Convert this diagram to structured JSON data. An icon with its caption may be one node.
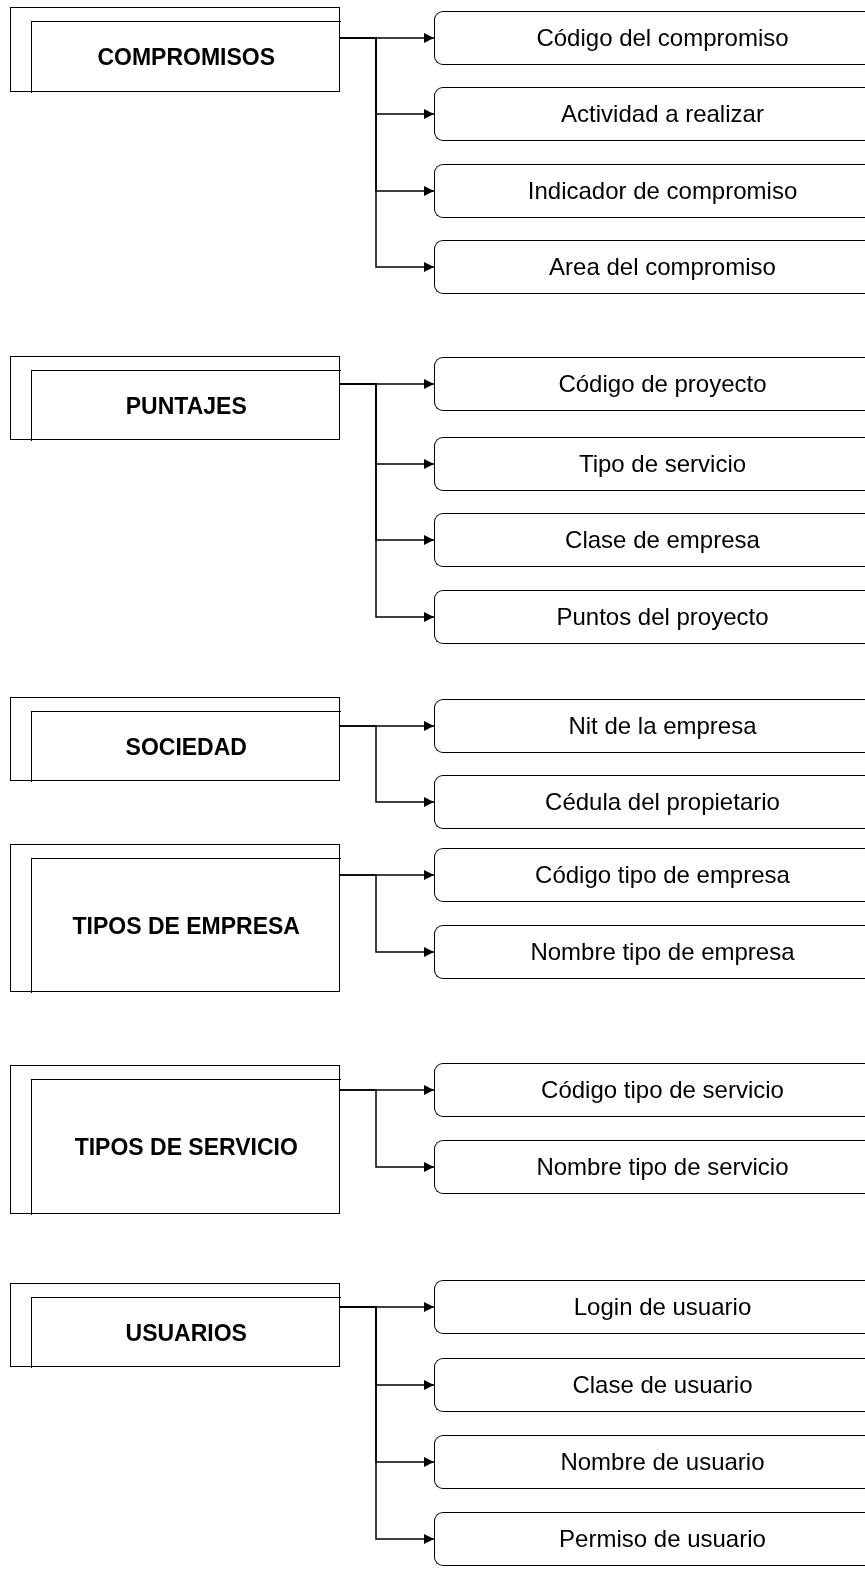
{
  "diagram": {
    "nodes": [
      {
        "text": [
          "COMPROMISOS"
        ]
      },
      {
        "text": [
          "Código del compromiso"
        ]
      },
      {
        "text": [
          "Actividad a realizar"
        ]
      },
      {
        "text": [
          "Indicador de compromiso"
        ]
      },
      {
        "text": [
          "Area del compromiso"
        ]
      },
      {
        "text": [
          "PUNTAJES"
        ]
      },
      {
        "text": [
          "Código de proyecto"
        ]
      },
      {
        "text": [
          "Tipo de servicio"
        ]
      },
      {
        "text": [
          "Clase de empresa"
        ]
      },
      {
        "text": [
          "Puntos del proyecto"
        ]
      },
      {
        "text": [
          "SOCIEDAD"
        ]
      },
      {
        "text": [
          "Nit de la empresa"
        ]
      },
      {
        "text": [
          "Cédula del propietario"
        ]
      },
      {
        "text": [
          "TIPOS DE EMPRESA"
        ]
      },
      {
        "text": [
          "Código tipo de empresa"
        ]
      },
      {
        "text": [
          "Nombre tipo de empresa"
        ]
      },
      {
        "text": [
          "TIPOS DE SERVICIO"
        ]
      },
      {
        "text": [
          "Código tipo de servicio"
        ]
      },
      {
        "text": [
          "Nombre tipo de servicio"
        ]
      },
      {
        "text": [
          "USUARIOS"
        ]
      },
      {
        "text": [
          "Login de usuario"
        ]
      },
      {
        "text": [
          "Clase de usuario"
        ]
      },
      {
        "text": [
          "Nombre de usuario"
        ]
      },
      {
        "text": [
          "Permiso de usuario"
        ]
      }
    ],
    "edges": [
      {
        "from": 0,
        "to": 1,
        "arrow": "to"
      },
      {
        "from": 0,
        "to": 2,
        "arrow": "to"
      },
      {
        "from": 0,
        "to": 3,
        "arrow": "to"
      },
      {
        "from": 0,
        "to": 4,
        "arrow": "to"
      },
      {
        "from": 5,
        "to": 6,
        "arrow": "to"
      },
      {
        "from": 5,
        "to": 7,
        "arrow": "to"
      },
      {
        "from": 5,
        "to": 8,
        "arrow": "to"
      },
      {
        "from": 5,
        "to": 9,
        "arrow": "to"
      },
      {
        "from": 10,
        "to": 11,
        "arrow": "to"
      },
      {
        "from": 10,
        "to": 12,
        "arrow": "to"
      },
      {
        "from": 13,
        "to": 14,
        "arrow": "to"
      },
      {
        "from": 13,
        "to": 15,
        "arrow": "to"
      },
      {
        "from": 16,
        "to": 17,
        "arrow": "to"
      },
      {
        "from": 16,
        "to": 18,
        "arrow": "to"
      },
      {
        "from": 19,
        "to": 20,
        "arrow": "to"
      },
      {
        "from": 19,
        "to": 21,
        "arrow": "to"
      },
      {
        "from": 19,
        "to": 22,
        "arrow": "to"
      },
      {
        "from": 19,
        "to": 23,
        "arrow": "to"
      }
    ]
  }
}
